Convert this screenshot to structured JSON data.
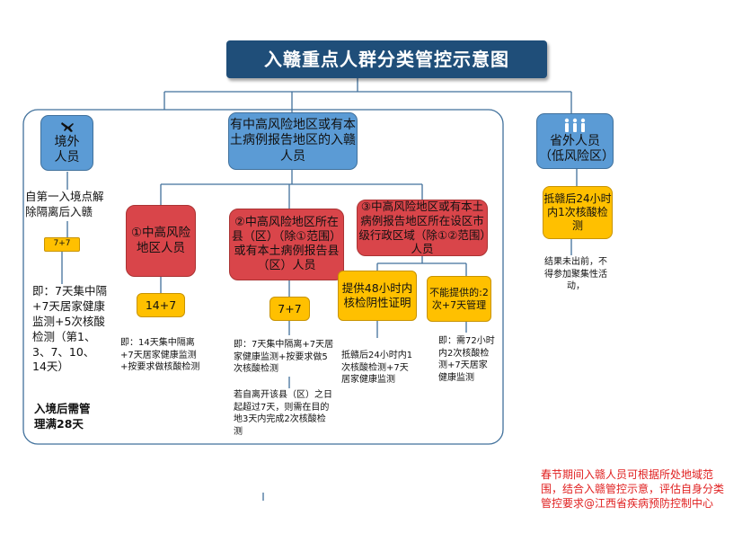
{
  "title": "入赣重点人群分类管控示意图",
  "colors": {
    "title_bg": "#1f4e79",
    "blue": "#5b9bd5",
    "red": "#d9454a",
    "yellow": "#ffc000",
    "frame": "#41719c",
    "footer": "#e02020"
  },
  "overseas": {
    "icon": "airplane-icon",
    "label": "境外人员",
    "note1": "自第一入境点解除隔离后入赣",
    "badge": "7+7",
    "note2": "即：7天集中隔+7天居家健康监测+5次核酸检测（第1、3、7、10、14天）",
    "note3": "入境后需管理满28天"
  },
  "risk": {
    "label": "有中高风险地区或有本土病例报告地区的入赣人员",
    "cat1": {
      "label": "①中高风险地区人员",
      "badge": "14+7",
      "note": "即：14天集中隔离+7天居家健康监测+按要求做核酸检测"
    },
    "cat2": {
      "label": "②中高风险地区所在县（区）（除①范围）或有本土病例报告县（区）人员",
      "badge": "7+7",
      "note1": "即：7天集中隔离+7天居家健康监测+按要求做5次核酸检测",
      "note2": "若自离开该县（区）之日起超过7天，则需在目的地3天内完成2次核酸检测"
    },
    "cat3": {
      "label": "③中高风险地区或有本土病例报告地区所在设区市级行政区域（除①②范围）人员",
      "opt1": "提供48小时内核检阴性证明",
      "opt1_note": "抵赣后24小时内1次核酸检测+7天居家健康监测",
      "opt2": "不能提供的:2次+7天管理",
      "opt2_note": "即：需72小时内2次核酸检测+7天居家健康监测"
    }
  },
  "domestic": {
    "icon": "people-icon",
    "label": "省外人员（低风险区）",
    "badge": "抵赣后24小时内1次核酸检测",
    "note": "结果未出前，不得参加聚集性活动，"
  },
  "footer": {
    "text": "春节期间入赣人员可根据所处地域范围，结合入赣管控示意，评估自身分类管控要求@江西省疾病预防控制中心"
  }
}
